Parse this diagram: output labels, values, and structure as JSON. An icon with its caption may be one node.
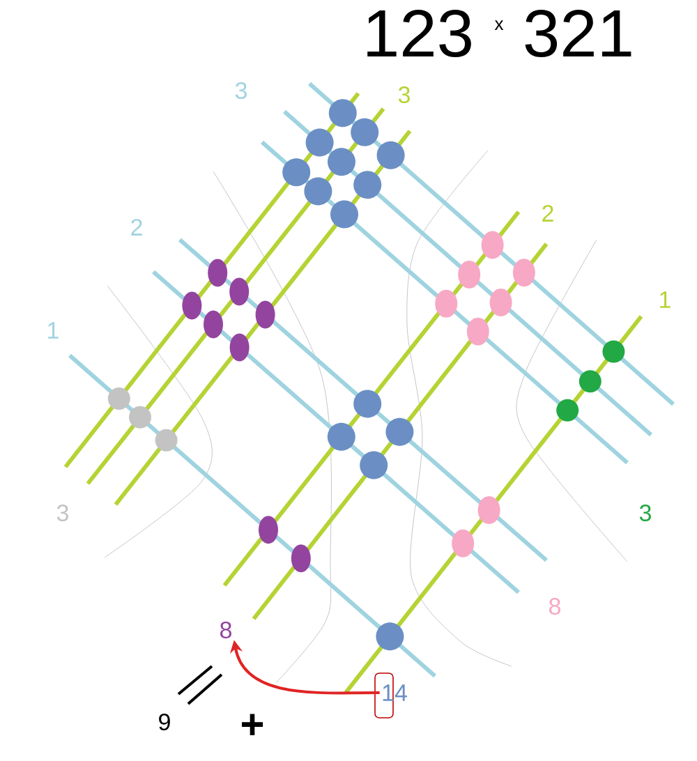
{
  "diagram": {
    "nodes": [
      {
        "text": [
          "8"
        ]
      },
      {
        "text": [
          "14"
        ]
      }
    ],
    "edges": [
      {
        "from": 1,
        "to": 0,
        "arrow": "to",
        "color": "#e02424"
      }
    ],
    "labels": [
      "123",
      "x",
      "321",
      "3",
      "3",
      "2",
      "2",
      "1",
      "1",
      "3",
      "3",
      "8",
      "9",
      "+"
    ]
  }
}
